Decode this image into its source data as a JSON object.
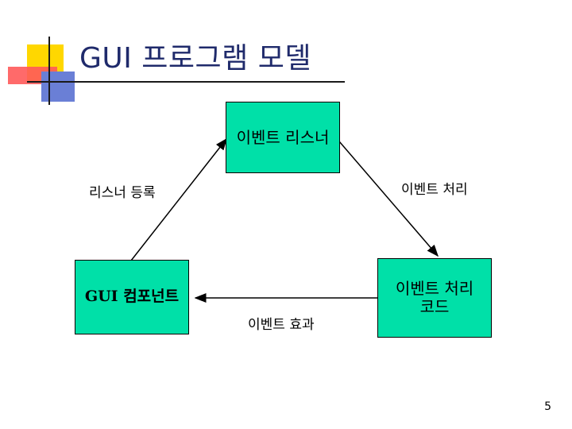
{
  "slide": {
    "title": "GUI 프로그램 모델",
    "page_number": "5"
  },
  "diagram": {
    "nodes": {
      "listener": "이벤트 리스너",
      "component": "GUI 컴포넌트",
      "handler": "이벤트 처리\n코드"
    },
    "edges": {
      "register": "리스너 등록",
      "handle": "이벤트 처리",
      "effect": "이벤트 효과"
    }
  },
  "colors": {
    "node_fill": "#00e0a8",
    "title": "#1f2a6b",
    "accent_yellow": "#ffd700",
    "accent_red": "#ff5555",
    "accent_blue": "#6a7fd6"
  }
}
